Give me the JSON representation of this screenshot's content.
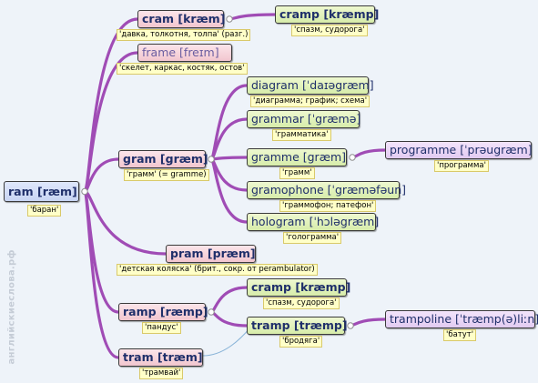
{
  "watermark": "английскиеслова.рф",
  "nodes": {
    "ram": {
      "word": "ram [ræm]",
      "gloss": "'баран'"
    },
    "cram": {
      "word": "cram [kræm]",
      "gloss": "'давка, толкотня, толпа' (разг.)"
    },
    "cramp1": {
      "word": "cramp [kræmp]",
      "gloss": "'спазм, судорога'"
    },
    "frame": {
      "word": "frame [freɪm]",
      "gloss": "'скелет, каркас, костяк, остов'"
    },
    "gram": {
      "word": "gram [græm]",
      "gloss": "'грамм' (= gramme)"
    },
    "diagram": {
      "word": "diagram [ˈdaɪəgræm]",
      "gloss": "'диаграмма; график; схема'"
    },
    "grammar": {
      "word": "grammar [ˈgræmə]",
      "gloss": "'грамматика'"
    },
    "gramme": {
      "word": "gramme [græm]",
      "gloss": "'грамм'"
    },
    "programme": {
      "word": "programme [ˈprəugræm]",
      "gloss": "'программа'"
    },
    "gramophone": {
      "word": "gramophone [ˈgræməfəun]",
      "gloss": "'граммофон; патефон'"
    },
    "hologram": {
      "word": "hologram [ˈhɔləgræm]",
      "gloss": "'голограмма'"
    },
    "pram": {
      "word": "pram [præm]",
      "gloss": "'детская коляска' (брит., сокр. от perambulator)"
    },
    "ramp": {
      "word": "ramp [ræmp]",
      "gloss": "'пандус'"
    },
    "cramp2": {
      "word": "cramp [kræmp]",
      "gloss": "'спазм, судорога'"
    },
    "tramp": {
      "word": "tramp [træmp]",
      "gloss": "'бродяга'"
    },
    "trampoline": {
      "word": "trampoline [ˈtræmp(ə)liːn]",
      "gloss": "'батут'"
    },
    "tram": {
      "word": "tram [træm]",
      "gloss": "'трамвай'"
    }
  },
  "colors": {
    "link": "#a04cb5",
    "thin_link": "#8ab4d8",
    "pink": "#f2c6cf",
    "blue": "#c8d5f3",
    "green": "#d7ecaa",
    "violet": "#e2cbf1",
    "gloss": "#ffffc8"
  },
  "edges": [
    {
      "from": "ram",
      "to": "cram"
    },
    {
      "from": "ram",
      "to": "frame"
    },
    {
      "from": "ram",
      "to": "gram"
    },
    {
      "from": "ram",
      "to": "pram"
    },
    {
      "from": "ram",
      "to": "ramp"
    },
    {
      "from": "ram",
      "to": "tram"
    },
    {
      "from": "cram",
      "to": "cramp1"
    },
    {
      "from": "gram",
      "to": "diagram"
    },
    {
      "from": "gram",
      "to": "grammar"
    },
    {
      "from": "gram",
      "to": "gramme"
    },
    {
      "from": "gram",
      "to": "gramophone"
    },
    {
      "from": "gram",
      "to": "hologram"
    },
    {
      "from": "gramme",
      "to": "programme"
    },
    {
      "from": "ramp",
      "to": "cramp2"
    },
    {
      "from": "ramp",
      "to": "tramp"
    },
    {
      "from": "tramp",
      "to": "trampoline"
    },
    {
      "from": "tram",
      "to": "tramp",
      "style": "thin"
    }
  ]
}
